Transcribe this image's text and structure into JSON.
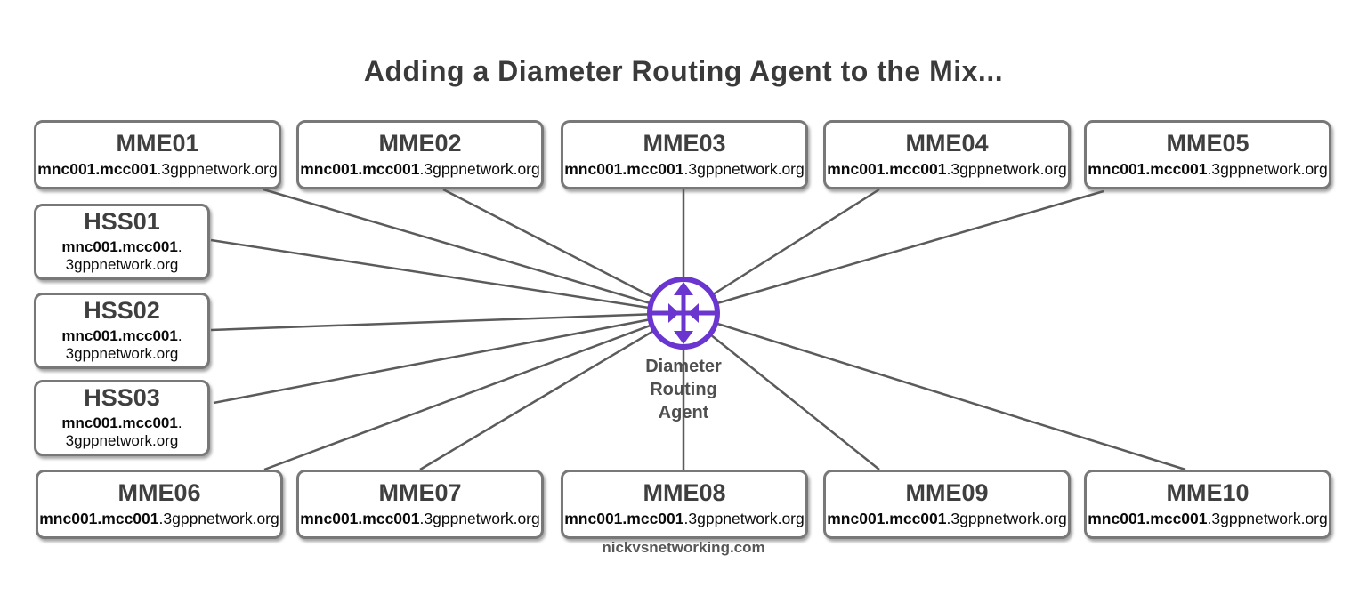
{
  "title": "Adding a Diameter Routing Agent to the Mix...",
  "watermark": "nickvsnetworking.com",
  "colors": {
    "accent_purple": "#6B35D0",
    "line_gray": "#5B5B5B",
    "box_border": "#787878",
    "title_text": "#3A3A3A",
    "node_title_text": "#3F3F3F",
    "domain_text": "#0A0A0A",
    "agent_label_text": "#4F4F4F"
  },
  "agent": {
    "label": "Diameter\nRouting\nAgent",
    "icon": "router-crossed-arrows-icon"
  },
  "nodes": {
    "top_row": [
      {
        "name": "MME01",
        "domain_bold": "mnc001.mcc001",
        "domain_rest": ".3gppnetwork.org"
      },
      {
        "name": "MME02",
        "domain_bold": "mnc001.mcc001",
        "domain_rest": ".3gppnetwork.org"
      },
      {
        "name": "MME03",
        "domain_bold": "mnc001.mcc001",
        "domain_rest": ".3gppnetwork.org"
      },
      {
        "name": "MME04",
        "domain_bold": "mnc001.mcc001",
        "domain_rest": ".3gppnetwork.org"
      },
      {
        "name": "MME05",
        "domain_bold": "mnc001.mcc001",
        "domain_rest": ".3gppnetwork.org"
      }
    ],
    "left_column": [
      {
        "name": "HSS01",
        "domain_line1_bold": "mnc001.mcc001",
        "domain_line1_rest": ".",
        "domain_line2": "3gppnetwork.org"
      },
      {
        "name": "HSS02",
        "domain_line1_bold": "mnc001.mcc001",
        "domain_line1_rest": ".",
        "domain_line2": "3gppnetwork.org"
      },
      {
        "name": "HSS03",
        "domain_line1_bold": "mnc001.mcc001",
        "domain_line1_rest": ".",
        "domain_line2": "3gppnetwork.org"
      }
    ],
    "bottom_row": [
      {
        "name": "MME06",
        "domain_bold": "mnc001.mcc001",
        "domain_rest": ".3gppnetwork.org"
      },
      {
        "name": "MME07",
        "domain_bold": "mnc001.mcc001",
        "domain_rest": ".3gppnetwork.org"
      },
      {
        "name": "MME08",
        "domain_bold": "mnc001.mcc001",
        "domain_rest": ".3gppnetwork.org"
      },
      {
        "name": "MME09",
        "domain_bold": "mnc001.mcc001",
        "domain_rest": ".3gppnetwork.org"
      },
      {
        "name": "MME10",
        "domain_bold": "mnc001.mcc001",
        "domain_rest": ".3gppnetwork.org"
      }
    ]
  },
  "connections": [
    {
      "from": "MME01",
      "to": "Diameter Routing Agent"
    },
    {
      "from": "MME02",
      "to": "Diameter Routing Agent"
    },
    {
      "from": "MME03",
      "to": "Diameter Routing Agent"
    },
    {
      "from": "MME04",
      "to": "Diameter Routing Agent"
    },
    {
      "from": "MME05",
      "to": "Diameter Routing Agent"
    },
    {
      "from": "HSS01",
      "to": "Diameter Routing Agent"
    },
    {
      "from": "HSS02",
      "to": "Diameter Routing Agent"
    },
    {
      "from": "HSS03",
      "to": "Diameter Routing Agent"
    },
    {
      "from": "MME06",
      "to": "Diameter Routing Agent"
    },
    {
      "from": "MME07",
      "to": "Diameter Routing Agent"
    },
    {
      "from": "MME08",
      "to": "Diameter Routing Agent"
    },
    {
      "from": "MME09",
      "to": "Diameter Routing Agent"
    },
    {
      "from": "MME10",
      "to": "Diameter Routing Agent"
    }
  ]
}
